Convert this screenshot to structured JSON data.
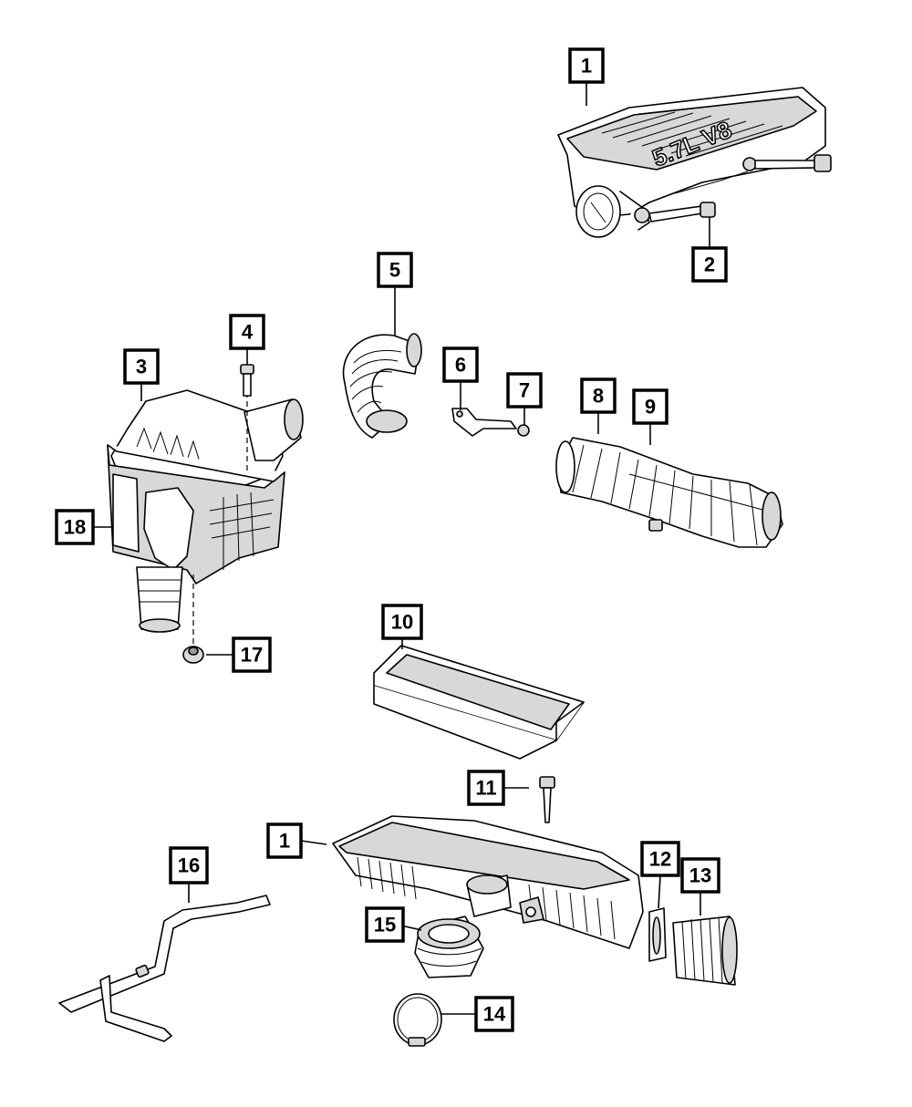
{
  "diagram": {
    "callouts": [
      {
        "id": "callout-1-top",
        "label": "1"
      },
      {
        "id": "callout-2",
        "label": "2"
      },
      {
        "id": "callout-3",
        "label": "3"
      },
      {
        "id": "callout-4",
        "label": "4"
      },
      {
        "id": "callout-5",
        "label": "5"
      },
      {
        "id": "callout-6",
        "label": "6"
      },
      {
        "id": "callout-7",
        "label": "7"
      },
      {
        "id": "callout-8",
        "label": "8"
      },
      {
        "id": "callout-9",
        "label": "9"
      },
      {
        "id": "callout-10",
        "label": "10"
      },
      {
        "id": "callout-11",
        "label": "11"
      },
      {
        "id": "callout-1-bottom",
        "label": "1"
      },
      {
        "id": "callout-12",
        "label": "12"
      },
      {
        "id": "callout-13",
        "label": "13"
      },
      {
        "id": "callout-14",
        "label": "14"
      },
      {
        "id": "callout-15",
        "label": "15"
      },
      {
        "id": "callout-16",
        "label": "16"
      },
      {
        "id": "callout-17",
        "label": "17"
      },
      {
        "id": "callout-18",
        "label": "18"
      }
    ],
    "engine_cover_emblem": "5.7L V8"
  }
}
